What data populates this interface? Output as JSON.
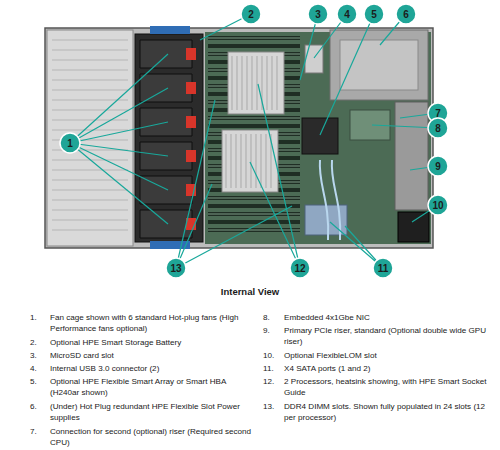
{
  "diagram": {
    "title": "Internal View",
    "nodes": [
      {
        "text": [
          "1"
        ]
      },
      {
        "text": [
          "2"
        ]
      },
      {
        "text": [
          "3"
        ]
      },
      {
        "text": [
          "4"
        ]
      },
      {
        "text": [
          "5"
        ]
      },
      {
        "text": [
          "6"
        ]
      },
      {
        "text": [
          "7"
        ]
      },
      {
        "text": [
          "8"
        ]
      },
      {
        "text": [
          "9"
        ]
      },
      {
        "text": [
          "10"
        ]
      },
      {
        "text": [
          "11"
        ]
      },
      {
        "text": [
          "12"
        ]
      },
      {
        "text": [
          "13"
        ]
      }
    ],
    "labels": [
      "1.",
      "Fan cage shown with 6 standard Hot-plug fans (High Performance fans optional)",
      "2.",
      "Optional HPE Smart Storage Battery",
      "3.",
      "MicroSD card slot",
      "4.",
      "Internal USB 3.0 connector (2)",
      "5.",
      "Optional HPE Flexible Smart Array or Smart HBA (H240ar shown)",
      "6.",
      "(Under) Hot Plug redundant HPE Flexible Slot Power supplies",
      "7.",
      "Connection for second (optional) riser (Required second CPU)",
      "8.",
      "Embedded 4x1Gbe NIC",
      "9.",
      "Primary PCIe riser, standard (Optional double wide GPU riser)",
      "10.",
      "Optional FlexibleLOM slot",
      "11.",
      "X4 SATA ports (1 and 2)",
      "12.",
      "2 Processors, heatsink showing, with HPE Smart Socket Guide",
      "13.",
      "DDR4 DIMM slots. Shown fully populated in 24 slots (12 per processor)"
    ]
  }
}
